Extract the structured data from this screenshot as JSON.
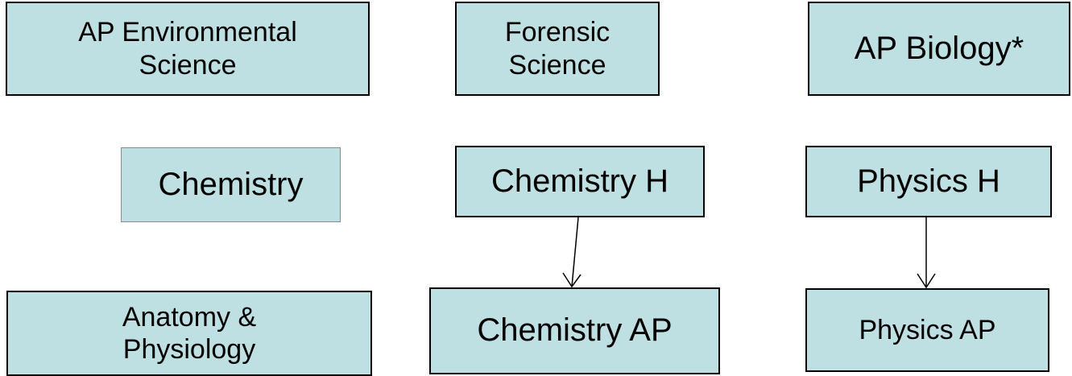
{
  "nodes": {
    "ap_env": "AP Environmental\nScience",
    "forensic": "Forensic\nScience",
    "ap_bio": "AP Biology*",
    "chemistry": "Chemistry",
    "chem_h": "Chemistry H",
    "physics_h": "Physics H",
    "anatomy": "Anatomy &\nPhysiology",
    "chem_ap": "Chemistry  AP",
    "physics_ap": "Physics AP"
  },
  "edges": [
    {
      "from": "chem_h",
      "to": "chem_ap"
    },
    {
      "from": "physics_h",
      "to": "physics_ap"
    }
  ],
  "colors": {
    "box_fill": "#bfe0e2",
    "box_border": "#000000",
    "arrow": "#000000"
  }
}
